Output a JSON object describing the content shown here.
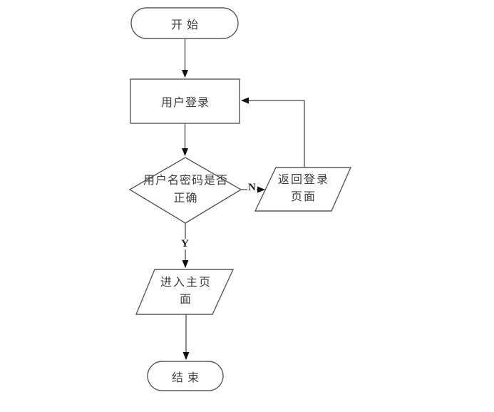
{
  "flowchart": {
    "nodes": {
      "start": {
        "type": "terminator",
        "label": "开始"
      },
      "login": {
        "type": "process",
        "label": "用户登录"
      },
      "decision": {
        "type": "decision",
        "lines": [
          "用户名密码是否",
          "正确"
        ]
      },
      "return_login": {
        "type": "io",
        "lines": [
          "返回登录",
          "页面"
        ]
      },
      "enter_main": {
        "type": "io",
        "lines": [
          "进入主页",
          "面"
        ]
      },
      "end": {
        "type": "terminator",
        "label": "结束"
      }
    },
    "branch_labels": {
      "no": "N",
      "yes": "Y"
    },
    "colors": {
      "background": "#ffffff",
      "shape_border": "#595959",
      "connector": "#4a4a4a",
      "arrowhead": "#111111",
      "text": "#3d3d3d"
    }
  }
}
